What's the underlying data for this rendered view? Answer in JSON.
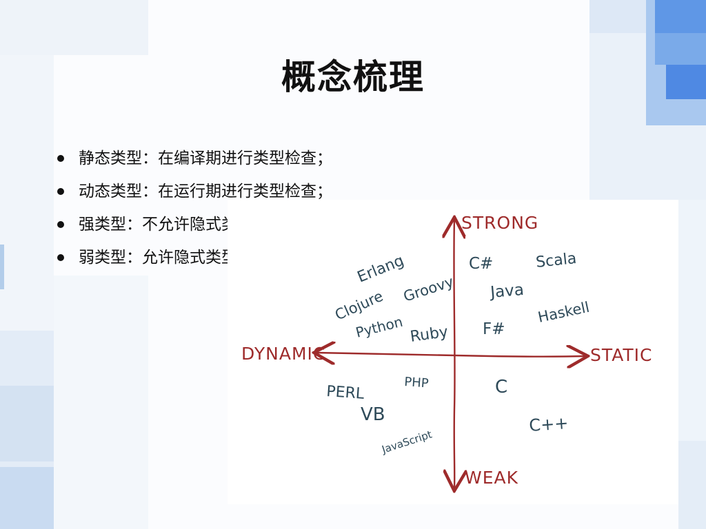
{
  "title": "概念梳理",
  "bullets": [
    "静态类型：在编译期进行类型检查；",
    "动态类型：在运行期进行类型检查；",
    "强类型：不允许隐式类型转换；",
    "弱类型：允许隐式类型转换；"
  ],
  "diagram": {
    "axis_labels": {
      "top": "STRONG",
      "bottom": "WEAK",
      "left": "DYNAMIC",
      "right": "STATIC"
    },
    "languages": {
      "erlang": "Erlang",
      "clojure": "Clojure",
      "groovy": "Groovy",
      "python": "Python",
      "ruby": "Ruby",
      "csharp": "C#",
      "scala": "Scala",
      "java": "Java",
      "fsharp": "F#",
      "haskell": "Haskell",
      "perl": "PERL",
      "php": "PHP",
      "vb": "VB",
      "javascript": "JavaScript",
      "c": "C",
      "cpp": "C++"
    },
    "axis_color": "#9e2b2b",
    "ink_color": "#2e4a59"
  }
}
